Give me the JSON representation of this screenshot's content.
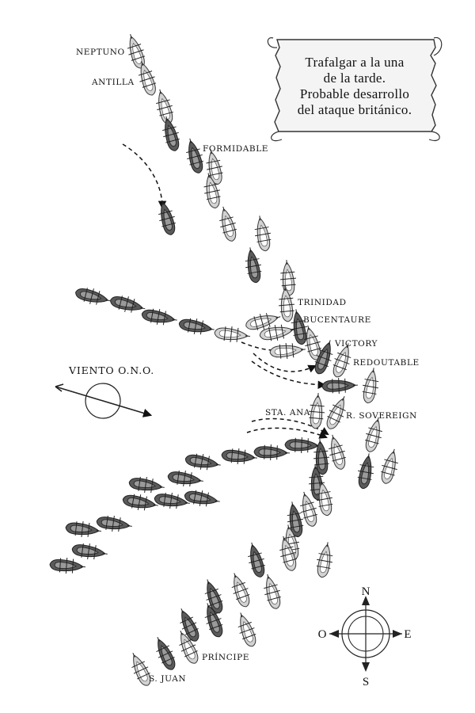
{
  "title": {
    "line1": "Trafalgar a la una",
    "line2": "de la tarde.",
    "line3": "Probable desarrollo",
    "line4": "del ataque británico."
  },
  "wind_label": "VIENTO O.N.O.",
  "compass": {
    "n": "N",
    "s": "S",
    "e": "E",
    "o": "O"
  },
  "ship_labels": {
    "neptuno": "NEPTUNO",
    "antilla": "ANTILLA",
    "formidable": "FORMIDABLE",
    "trinidad": "TRINIDAD",
    "bucentaure": "BUCENTAURE",
    "victory": "VICTORY",
    "redoutable": "REDOUTABLE",
    "sta_ana": "STA. ANA",
    "r_sovereign": "R. SOVEREIGN",
    "principe": "PRÍNCIPE",
    "s_juan": "S. JUAN"
  },
  "colors": {
    "allied_ship": "#d2d2d2",
    "british_ship": "#5a5a5a",
    "ink": "#111111"
  }
}
